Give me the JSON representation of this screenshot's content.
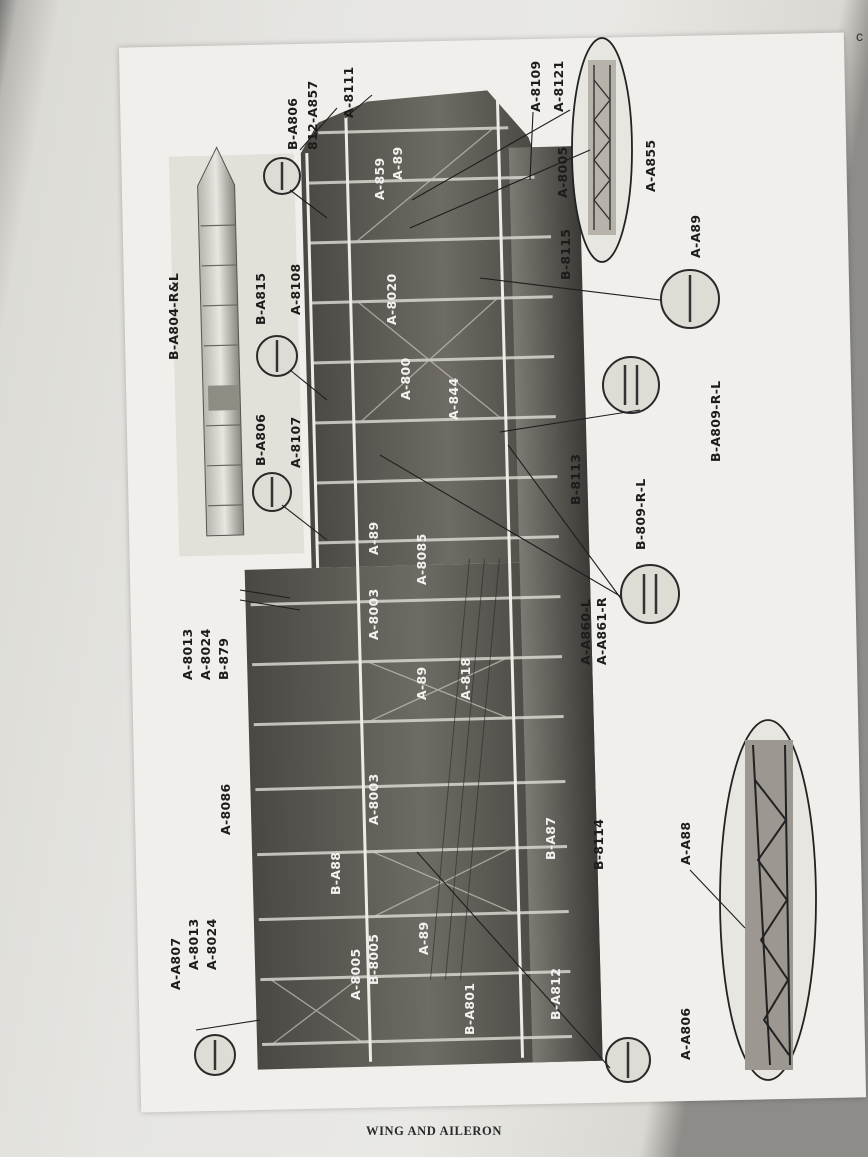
{
  "caption": "WING AND AILERON",
  "corner_mark": "c",
  "labels_outside": {
    "b_a806_top": "B-A806",
    "l812_a857": "812-A857",
    "a8111": "A-8111",
    "a8109": "A-8109",
    "a8121": "A-8121",
    "a8005_right": "A-8005",
    "a855": "A-A855",
    "b8115": "B-8115",
    "a89_right": "A-A89",
    "b_a809": "B-A809-R-L",
    "b8113": "B-8113",
    "b809": "B-809-R-L",
    "a860": "A-A860-L",
    "a861": "A-A861-R",
    "b8114": "B-8114",
    "a88": "A-A88",
    "a806_bottom": "A-A806",
    "a807": "A-A807",
    "a8013_left": "A-8013",
    "a8024_left": "A-8024",
    "a8086": "A-8086",
    "a8013_mid": "A-8013",
    "a8024_mid": "A-8024",
    "b879": "B-879",
    "a8107": "A-8107",
    "b_a806_mid": "B-A806",
    "b_a815": "B-A815",
    "a8108": "A-8108",
    "b_a804": "B-A804-R&L"
  },
  "labels_on_wing": {
    "a859": "A-859",
    "a89_tip": "A-89",
    "a8020": "A-8020",
    "a800": "A-800",
    "a844": "A-844",
    "a89_aileron": "A-89",
    "a8085": "A-8085",
    "a8003_a": "A-8003",
    "a89_mid": "A-89",
    "a818": "A-818",
    "a8003_b": "A-8003",
    "b_a88": "B-A88",
    "b_a87": "B-A87",
    "b8005": "B-8005",
    "a89_low": "A-89",
    "a8005_low": "A-8005",
    "b_a801": "B-A801",
    "b_a812": "B-A812"
  }
}
